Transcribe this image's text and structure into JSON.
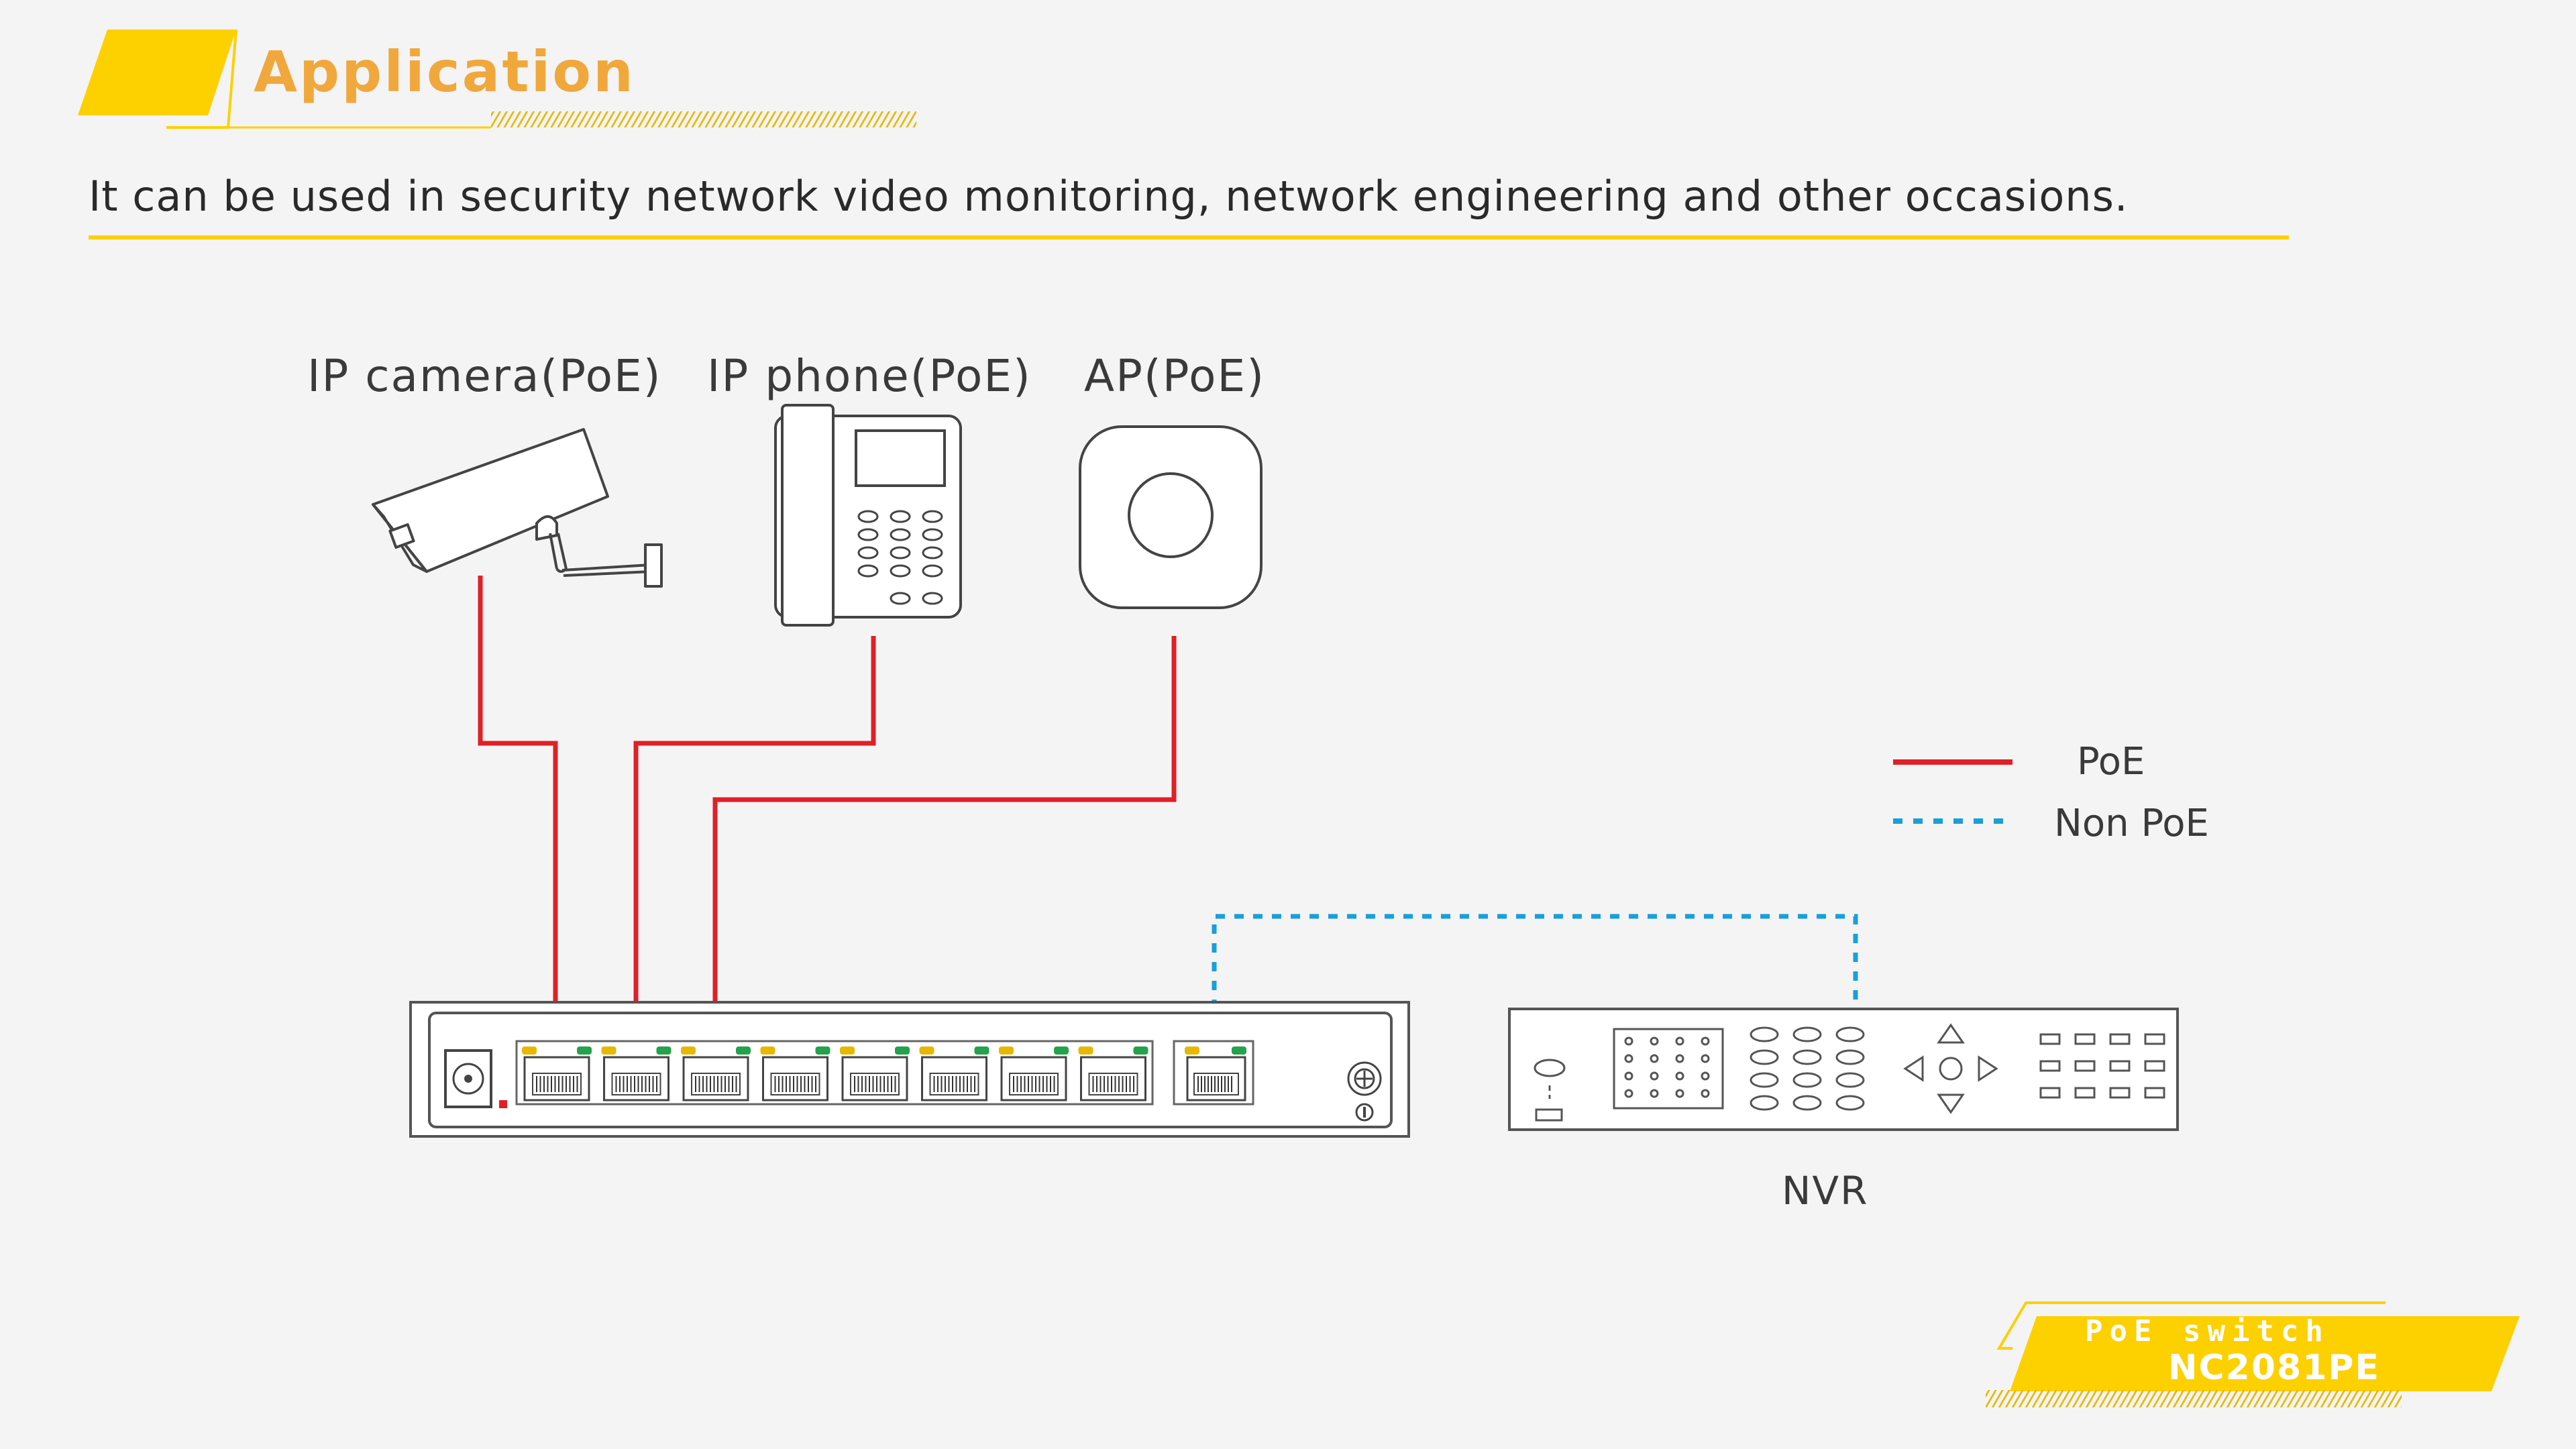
{
  "header": {
    "title": "Application",
    "subtitle": "It  can be used in security network video monitoring, network engineering and other occasions."
  },
  "devices": {
    "ip_camera": "IP camera(PoE)",
    "ip_phone": "IP phone(PoE)",
    "ap": "AP(PoE)",
    "nvr": "NVR"
  },
  "legend": {
    "poe": "PoE",
    "non_poe": "Non PoE"
  },
  "footer": {
    "line1": "PoE switch",
    "line2": "NC2081PE"
  },
  "colors": {
    "accent_yellow": "#fdd000",
    "title_orange": "#f0a83c",
    "poe_line": "#e01f26",
    "non_poe_line": "#1a9fd8",
    "outline": "#555555"
  },
  "icons": [
    "security-camera-icon",
    "desk-phone-icon",
    "access-point-icon",
    "poe-switch-icon",
    "nvr-icon"
  ]
}
